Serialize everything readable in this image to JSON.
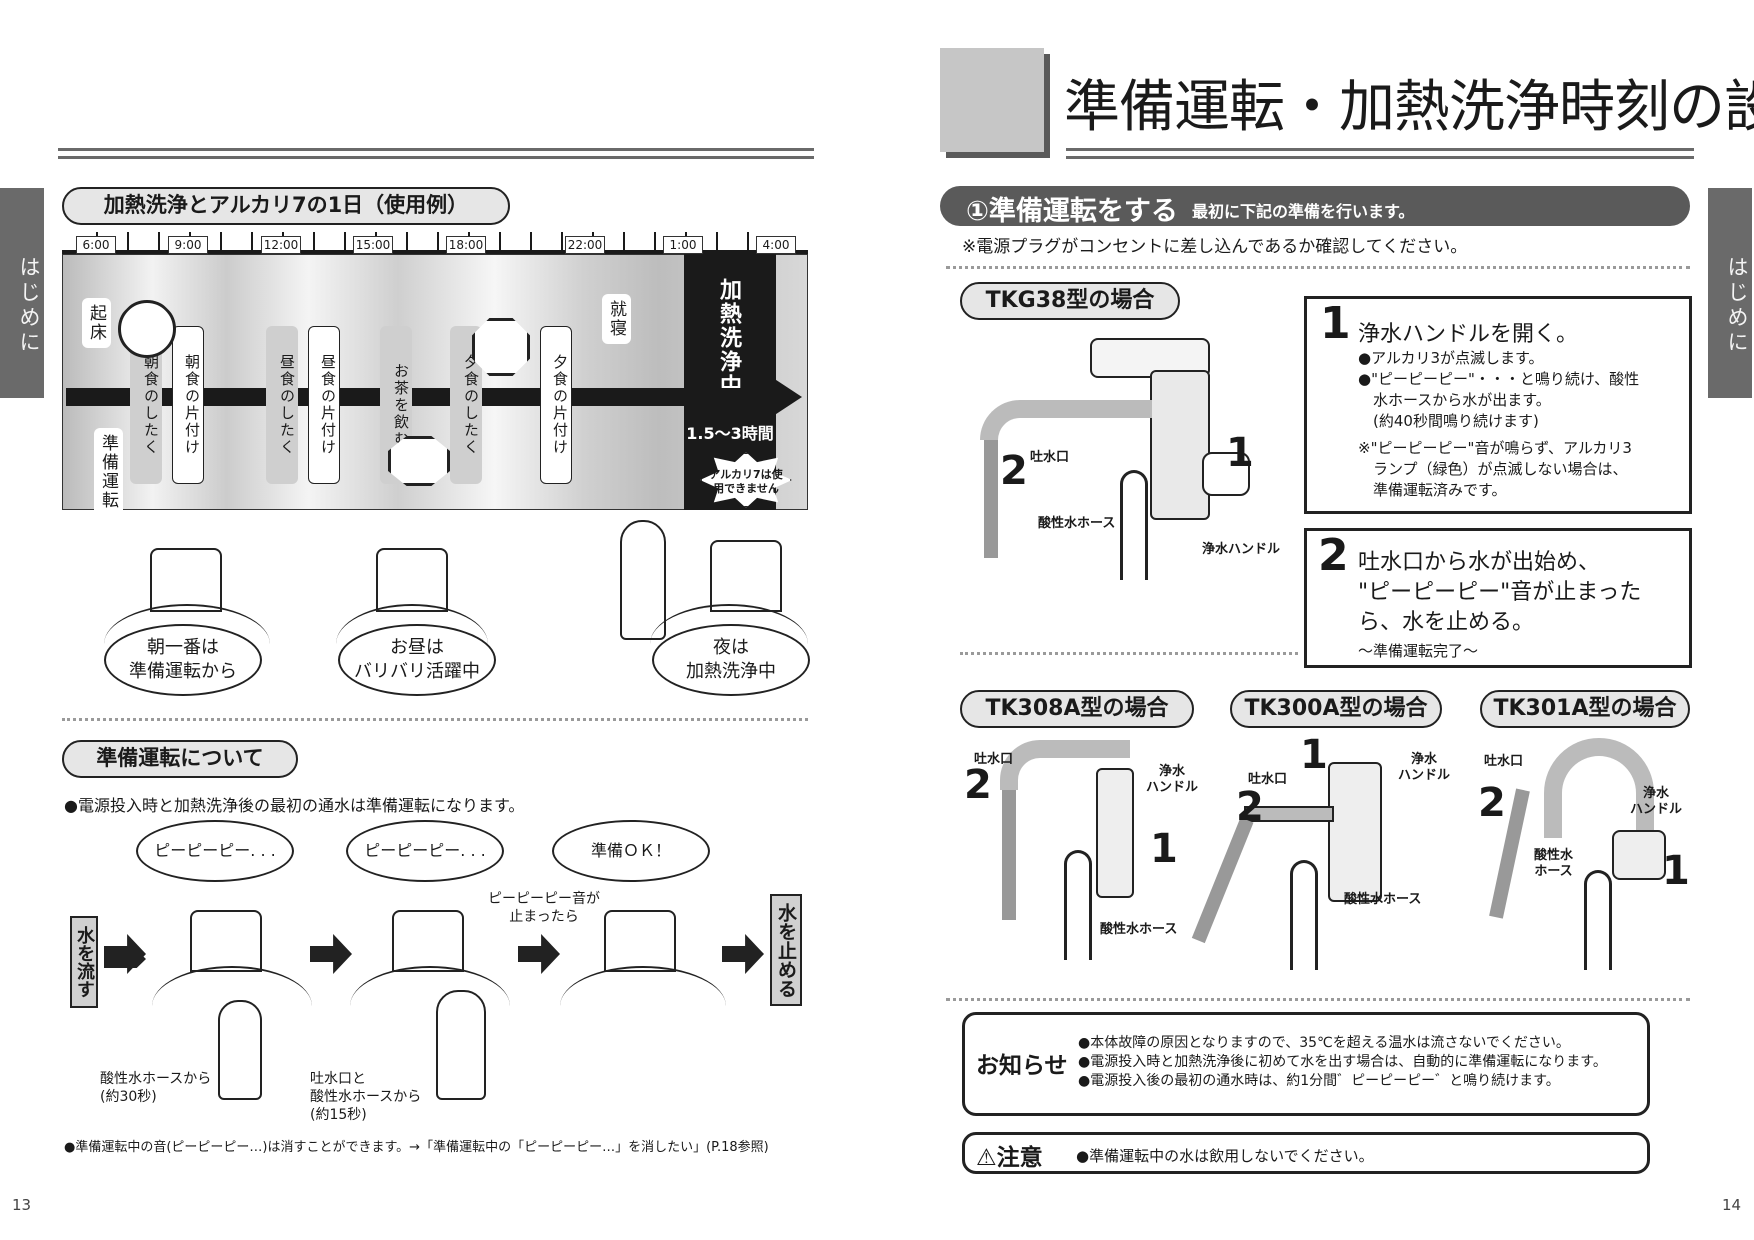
{
  "left": {
    "section1_title": "加熱洗浄とアルカリ7の1日（使用例）",
    "times": [
      "6:00",
      "9:00",
      "12:00",
      "15:00",
      "18:00",
      "22:00",
      "1:00",
      "4:00"
    ],
    "activities": [
      {
        "label": "起床",
        "style": "plain"
      },
      {
        "label": "準備運転",
        "style": "plain"
      },
      {
        "label": "朝食のしたく",
        "style": "grey"
      },
      {
        "label": "朝食の片付け",
        "style": "white"
      },
      {
        "label": "昼食のしたく",
        "style": "grey"
      },
      {
        "label": "昼食の片付け",
        "style": "white"
      },
      {
        "label": "お茶を飲む",
        "style": "grey"
      },
      {
        "label": "夕食のしたく",
        "style": "grey"
      },
      {
        "label": "夕食の片付け",
        "style": "white"
      },
      {
        "label": "就寝",
        "style": "plain"
      }
    ],
    "heating_label": "加熱洗浄中",
    "duration": "1.5〜3時間",
    "alkali_warning": "アルカリ7は使用できません",
    "bubbles": [
      "朝一番は\n準備運転から",
      "お昼は\nバリバリ活躍中",
      "夜は\n加熱洗浄中"
    ],
    "section2_title": "準備運転について",
    "section2_desc": "●電源投入時と加熱洗浄後の最初の通水は準備運転になります。",
    "flow_start": "水を流す",
    "flow_end": "水を止める",
    "speech": [
      "ピーピーピー. . .",
      "ピーピーピー. . .",
      "準備ＯＫ！"
    ],
    "stop_note": "ピーピーピー音が\n止まったら",
    "caption1": "酸性水ホースから\n(約30秒)",
    "caption2": "吐水口と\n酸性水ホースから\n(約15秒)",
    "footnote": "●準備運転中の音(ピーピーピー…)は消すことができます。→「準備運転中の「ピーピーピー…」を消したい」(P.18参照)",
    "page_number": "13",
    "side_tab": "はじめに"
  },
  "right": {
    "main_title": "準備運転・加熱洗浄時刻の設定",
    "section_title": "①準備運転をする",
    "section_sub": "最初に下記の準備を行います。",
    "note": "※電源プラグがコンセントに差し込んであるか確認してください。",
    "tkg_title": "TKG38型の場合",
    "tkg_labels": {
      "spout": "吐水口",
      "hose": "酸性水ホース",
      "handle": "浄水ハンドル",
      "n1": "1",
      "n2": "2"
    },
    "step1": {
      "num": "1",
      "title": "浄水ハンドルを開く。",
      "lines": [
        "●アルカリ3が点滅します。",
        "●\"ピーピーピー\"・・・と鳴り続け、酸性",
        "　水ホースから水が出ます。",
        "　(約40秒間鳴り続けます)"
      ],
      "note_lines": [
        "※\"ピーピーピー\"音が鳴らず、アルカリ3",
        "　ランプ（緑色）が点滅しない場合は、",
        "　準備運転済みです。"
      ]
    },
    "step2": {
      "num": "2",
      "title_lines": [
        "吐水口から水が出始め、",
        "\"ピーピーピー\"音が止まった",
        "ら、水を止める。"
      ],
      "sub": "〜準備運転完了〜"
    },
    "models": [
      {
        "title": "TK308A型の場合",
        "spout": "吐水口",
        "handle": "浄水\nハンドル",
        "hose": "酸性水ホース",
        "n1": "1",
        "n2": "2"
      },
      {
        "title": "TK300A型の場合",
        "spout": "吐水口",
        "handle": "浄水\nハンドル",
        "hose": "酸性水ホース",
        "n1": "1",
        "n2": "2"
      },
      {
        "title": "TK301A型の場合",
        "spout": "吐水口",
        "handle": "浄水\nハンドル",
        "hose": "酸性水\nホース",
        "n1": "1",
        "n2": "2"
      }
    ],
    "notice_title": "お知らせ",
    "notice_lines": [
      "●本体故障の原因となりますので、35℃を超える温水は流さないでください。",
      "●電源投入時と加熱洗浄後に初めて水を出す場合は、自動的に準備運転になります。",
      "●電源投入後の最初の通水時は、約1分間゛ピーピーピー゛と鳴り続けます。"
    ],
    "caution_title": "注意",
    "caution_text": "●準備運転中の水は飲用しないでください。",
    "page_number": "14",
    "side_tab": "はじめに"
  }
}
